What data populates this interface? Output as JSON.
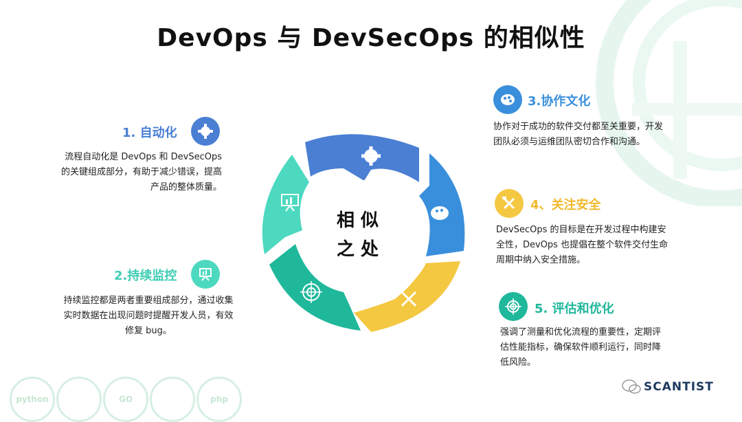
{
  "title": "DevOps 与 DevSecOps 的相似性",
  "center": {
    "line1": "相 似",
    "line2": "之 处"
  },
  "items": [
    {
      "title": "1. 自动化",
      "desc": "流程自动化是 DevOps 和 DevSecOps 的关键组成部分，有助于减少错误，提高产品的整体质量。",
      "color": "#4a7fd4",
      "icon": "gear-icon"
    },
    {
      "title": "2.持续监控",
      "desc": "持续监控都是两者重要组成部分，通过收集实时数据在出现问题时提醒开发人员，有效修复 bug。",
      "color": "#4dd9c0",
      "icon": "presentation-chart-icon"
    },
    {
      "title": "3.协作文化",
      "desc": "协作对于成功的软件交付都至关重要，开发团队必须与运维团队密切合作和沟通。",
      "color": "#3a8fdc",
      "icon": "palette-icon"
    },
    {
      "title": "4、关注安全",
      "desc": "DevSecOps 的目标是在开发过程中构建安全性，DevOps 也提倡在整个软件交付生命周期中纳入安全措施。",
      "color": "#f5c842",
      "icon": "tools-icon"
    },
    {
      "title": "5. 评估和优化",
      "desc": "强调了测量和优化流程的重要性，定期评估性能指标，确保软件顺利运行，同时降低风险。",
      "color": "#1fb89b",
      "icon": "target-icon"
    }
  ],
  "watermark": {
    "text": "SCANTIST"
  },
  "badges": [
    "python",
    "",
    "GO",
    "",
    "php"
  ]
}
